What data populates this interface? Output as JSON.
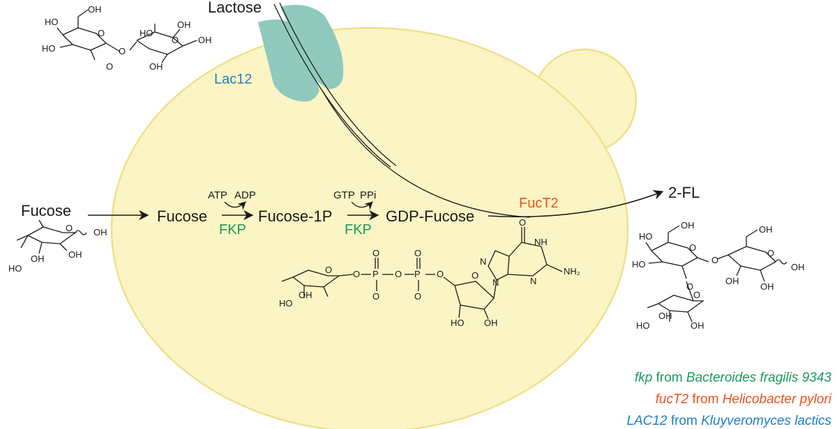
{
  "labels": {
    "lactose": "Lactose",
    "lac12": "Lac12",
    "fucose_outside": "Fucose",
    "fucose_inside": "Fucose",
    "atp": "ATP",
    "adp": "ADP",
    "gtp": "GTP",
    "ppi": "PPi",
    "fucose1p": "Fucose-1P",
    "gdpfucose": "GDP-Fucose",
    "fkp1": "FKP",
    "fkp2": "FKP",
    "fuct2": "FucT2",
    "product": "2-FL"
  },
  "chem": {
    "ho": "HO",
    "oh": "OH",
    "o": "O",
    "p": "P",
    "n": "N",
    "nh": "NH",
    "nh2": "NH₂"
  },
  "legend": [
    {
      "gene": "fkp",
      "from": "from",
      "species": "Bacteroides fragilis 9343",
      "color": "#1a9a5c"
    },
    {
      "gene": "fucT2",
      "from": "from",
      "species": "Helicobacter pylori",
      "color": "#e8531f"
    },
    {
      "gene": "LAC12",
      "from": "from",
      "species": "Kluyveromyces lactics",
      "color": "#1f7fc4"
    }
  ],
  "colors": {
    "cell": "#fbf4c4",
    "cell_border": "#efe08a",
    "transporter": "#8fcabd",
    "fkp": "#1a9a5c",
    "fuct2": "#e8531f",
    "lac12": "#1f7fc4"
  }
}
